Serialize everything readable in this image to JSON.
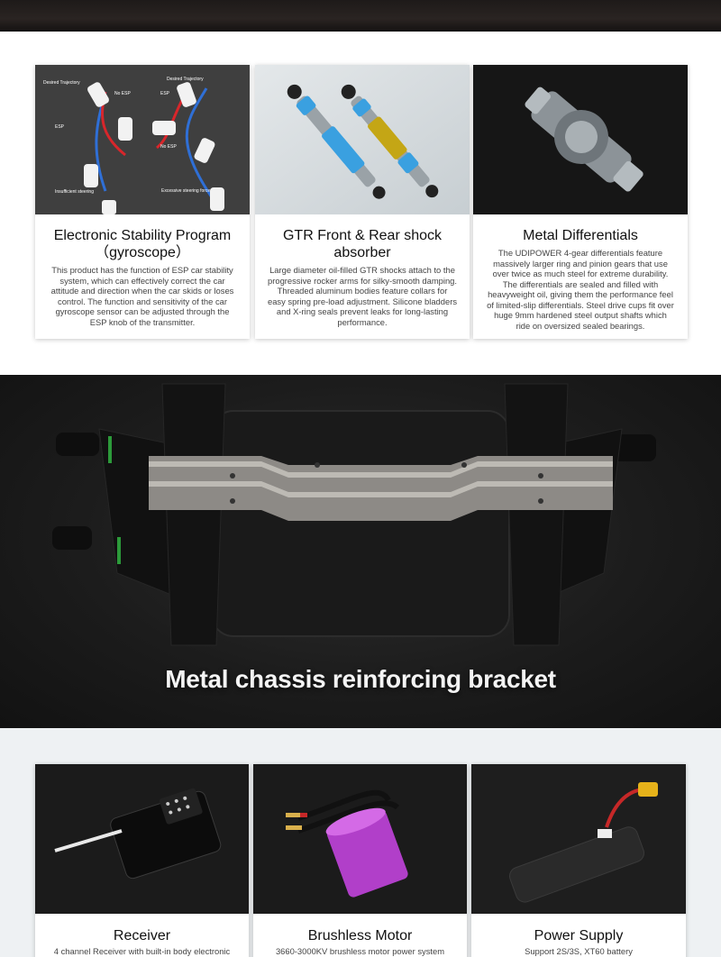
{
  "features": [
    {
      "title_line1": "Electronic Stability Program",
      "title_line2": "（gyroscope）",
      "description": "This product has the function of ESP car stability system, which can effectively correct the car attitude and direction when the car skids or loses control. The function and sensitivity of the car gyroscope sensor can be adjusted through the ESP knob of the transmitter.",
      "diagram": {
        "left_top_label": "Desired Trajectory",
        "left_no_esp": "No ESP",
        "left_esp": "ESP",
        "left_bottom_label": "Insufficient steering",
        "right_top_label": "Desired Trajectory",
        "right_esp": "ESP",
        "right_no_esp": "No ESP",
        "right_bottom_label": "Excessive steering force"
      }
    },
    {
      "title_line1": "GTR Front & Rear shock",
      "title_line2": "absorber",
      "description": "Large diameter oil-filled GTR shocks attach to the progressive rocker arms for silky-smooth damping. Threaded aluminum bodies feature collars for easy spring pre-load adjustment. Silicone bladders and X-ring seals prevent leaks for long-lasting performance."
    },
    {
      "title_line1": "Metal Differentials",
      "description": "The UDIPOWER 4-gear differentials feature massively larger ring and pinion gears that use over twice as much steel for extreme durability. The differentials are sealed and filled with heavyweight oil, giving them the performance feel of limited-slip differentials. Steel drive cups fit over huge 9mm hardened steel output shafts which ride on oversized sealed bearings."
    }
  ],
  "banner": {
    "title": "Metal chassis reinforcing bracket"
  },
  "components": [
    {
      "title": "Receiver",
      "description": "4 channel Receiver with built-in body electronic"
    },
    {
      "title": "Brushless Motor",
      "description": "3660-3000KV brushless motor power system"
    },
    {
      "title": "Power Supply",
      "description": "Support 2S/3S, XT60 battery"
    }
  ],
  "colors": {
    "motor_purple": "#b13fc9",
    "esp_red": "#d8262b",
    "esp_blue": "#2f6fd6",
    "shock_blue": "#3aa0e0",
    "background_light": "#eef1f3"
  }
}
